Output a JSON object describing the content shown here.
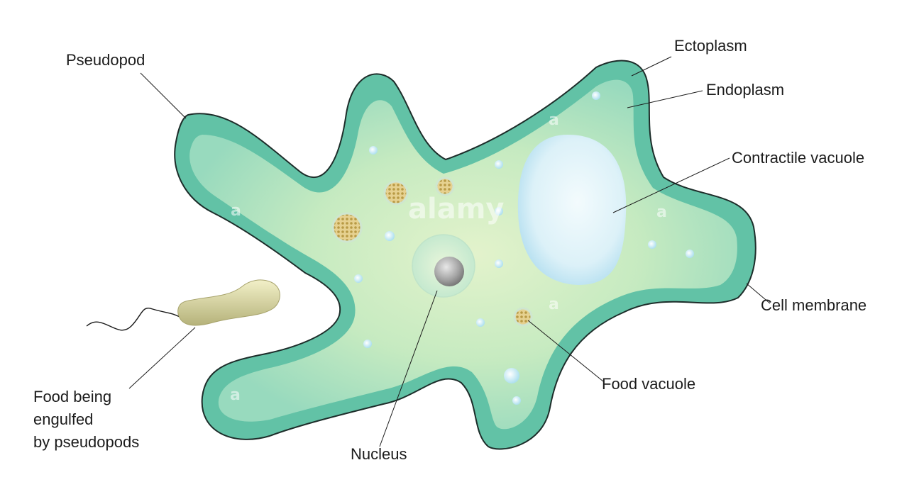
{
  "labels": {
    "pseudopod": "Pseudopod",
    "ectoplasm": "Ectoplasm",
    "endoplasm": "Endoplasm",
    "contractile_vacuole": "Contractile vacuole",
    "cell_membrane": "Cell membrane",
    "food_vacuole": "Food vacuole",
    "nucleus": "Nucleus",
    "food_engulfed": [
      "Food being",
      "engulfed",
      "by pseudopods"
    ]
  },
  "watermark": {
    "brand": "alamy",
    "mark": "a"
  },
  "colors": {
    "ectoplasm": "#5fbfa4",
    "endoplasm": "#c8e9c0",
    "membrane": "#1d2d2a",
    "contractile_vacuole": "#d7eff8",
    "food_particle": "#d8c17a",
    "bacterium": "#c9c78d",
    "nucleus": "#9a9a9a"
  }
}
